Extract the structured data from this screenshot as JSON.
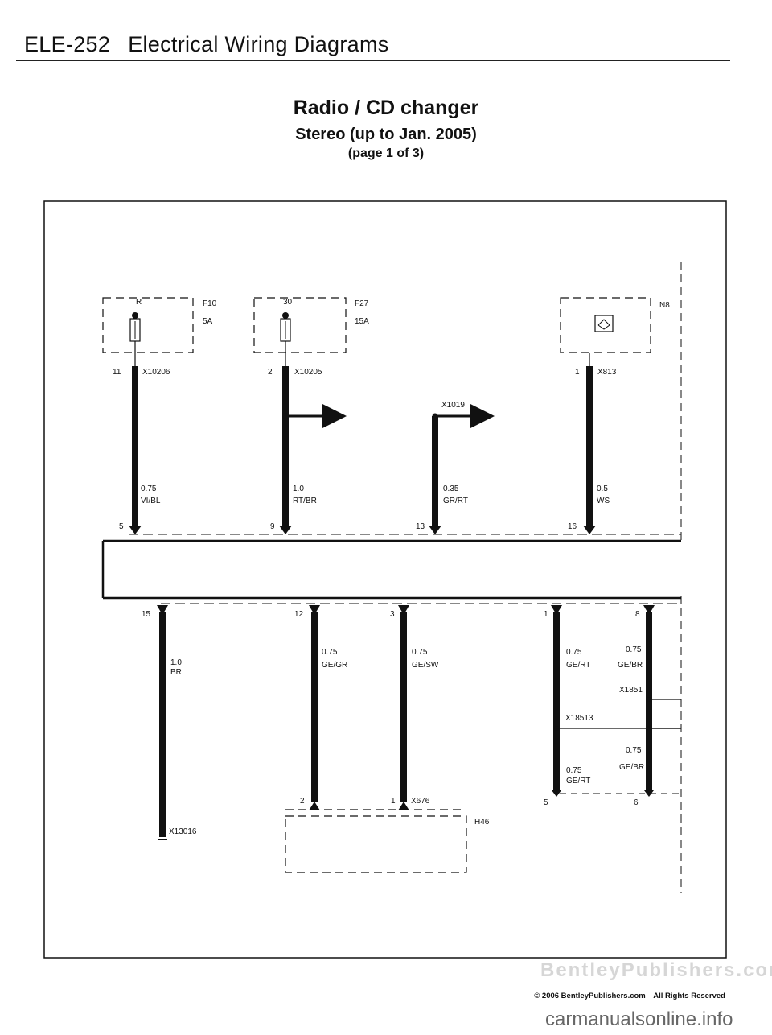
{
  "header": {
    "code": "ELE-252",
    "section": "Electrical Wiring Diagrams"
  },
  "title": {
    "main": "Radio / CD changer",
    "sub": "Stereo (up to Jan. 2005)",
    "page": "(page 1 of 3)"
  },
  "fuse_f10": {
    "terminal": "R",
    "id": "F10",
    "rating": "5A"
  },
  "fuse_f27": {
    "terminal": "30",
    "id": "F27",
    "rating": "15A"
  },
  "module_n8": {
    "id": "N8"
  },
  "wire_1": {
    "pin_top": "11",
    "connector": "X10206",
    "gauge": "0.75",
    "color": "VI/BL",
    "pin_bottom": "5"
  },
  "wire_2": {
    "pin_top": "2",
    "connector": "X10205",
    "gauge": "1.0",
    "color": "RT/BR",
    "pin_bottom": "9"
  },
  "wire_3": {
    "connector": "X1019",
    "gauge": "0.35",
    "color": "GR/RT",
    "pin_bottom": "13"
  },
  "wire_4": {
    "pin_top": "1",
    "connector": "X813",
    "gauge": "0.5",
    "color": "WS",
    "pin_bottom": "16"
  },
  "wire_5": {
    "pin_top": "15",
    "gauge": "1.0",
    "color": "BR",
    "ground": "X13016"
  },
  "wire_6": {
    "pin_top": "12",
    "gauge": "0.75",
    "color": "GE/GR",
    "pin_bottom": "2"
  },
  "wire_7": {
    "pin_top": "3",
    "gauge": "0.75",
    "color": "GE/SW",
    "pin_bottom": "1",
    "connector": "X676"
  },
  "wire_8": {
    "pin_top": "1",
    "gauge": "0.75",
    "color": "GE/RT",
    "splice": "X18513",
    "gauge_b": "0.75",
    "color_b": "GE/RT",
    "pin_bottom": "5"
  },
  "wire_9": {
    "pin_top": "8",
    "gauge": "0.75",
    "color": "GE/BR",
    "splice": "X1851",
    "gauge_b": "0.75",
    "color_b": "GE/BR",
    "pin_bottom": "6"
  },
  "module_h46": {
    "id": "H46"
  },
  "footer": {
    "watermark": "BentleyPublishers.com",
    "copyright": "© 2006 BentleyPublishers.com—All Rights Reserved",
    "site": "carmanualsonline.info"
  }
}
